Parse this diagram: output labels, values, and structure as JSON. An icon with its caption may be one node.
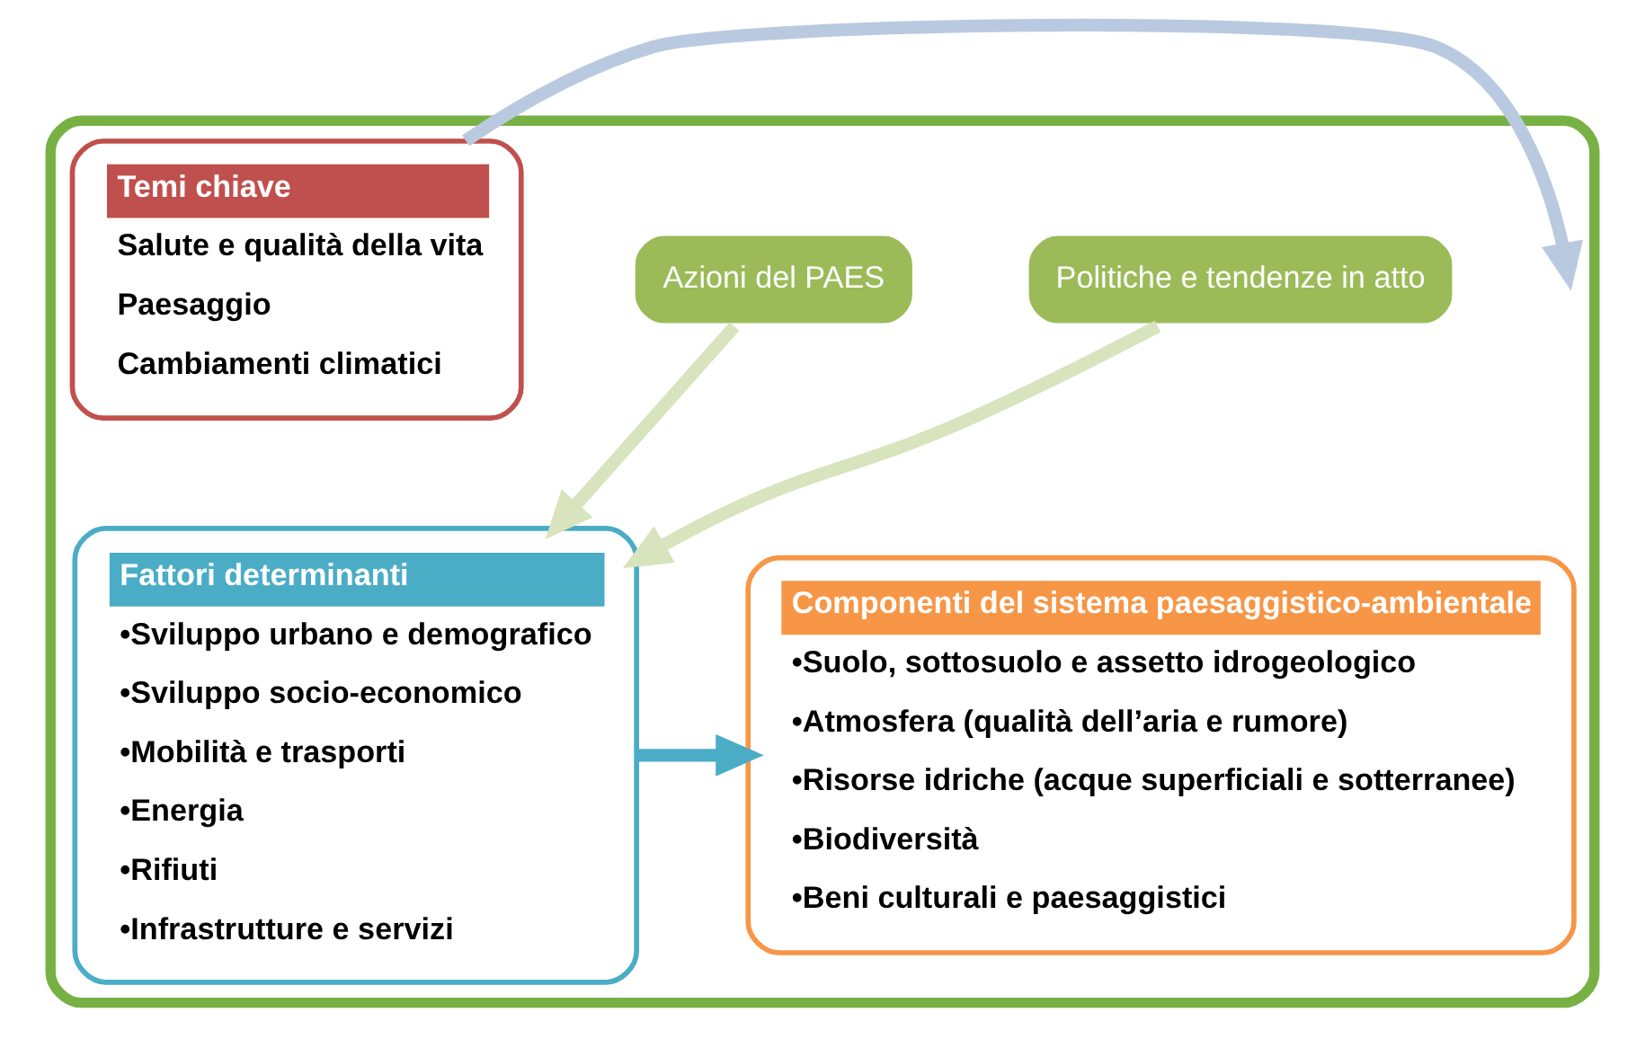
{
  "diagram": {
    "nodes": [
      {
        "text": [],
        "shape": "box"
      },
      {
        "text": [
          "Azioni del PAES"
        ],
        "in": 0
      },
      {
        "text": [
          "Politiche e tendenze in atto"
        ],
        "in": 0
      },
      {
        "text": [
          "Temi chiave",
          "Salute e qualità della vita",
          "Paesaggio",
          "Cambiamenti climatici"
        ],
        "in": 0
      },
      {
        "text": [
          "Fattori determinanti",
          "•Sviluppo urbano e demografico",
          "•Sviluppo socio-economico",
          "•Mobilità e trasporti",
          "•Energia",
          "•Rifiuti",
          "•Infrastrutture e servizi"
        ],
        "in": 0
      },
      {
        "text": [
          "Componenti del sistema paesaggistico-ambientale",
          "•Suolo, sottosuolo e assetto idrogeologico",
          "•Atmosfera (qualità dell’aria e rumore)",
          "•Risorse idriche (acque superficiali e sotterranee)",
          "•Biodiversità",
          "•Beni culturali e paesaggistici"
        ],
        "in": 0
      }
    ],
    "edges": [
      {
        "from": 1,
        "to": 4,
        "arrow": "to",
        "color": "#d7e4bd"
      },
      {
        "from": 2,
        "to": 4,
        "arrow": "to",
        "color": "#d7e4bd"
      },
      {
        "from": 4,
        "to": 5,
        "arrow": "to",
        "color": "#4bacc6"
      },
      {
        "from": 3,
        "to": null,
        "arrow": "to",
        "color": "#b9c9e0"
      }
    ]
  }
}
